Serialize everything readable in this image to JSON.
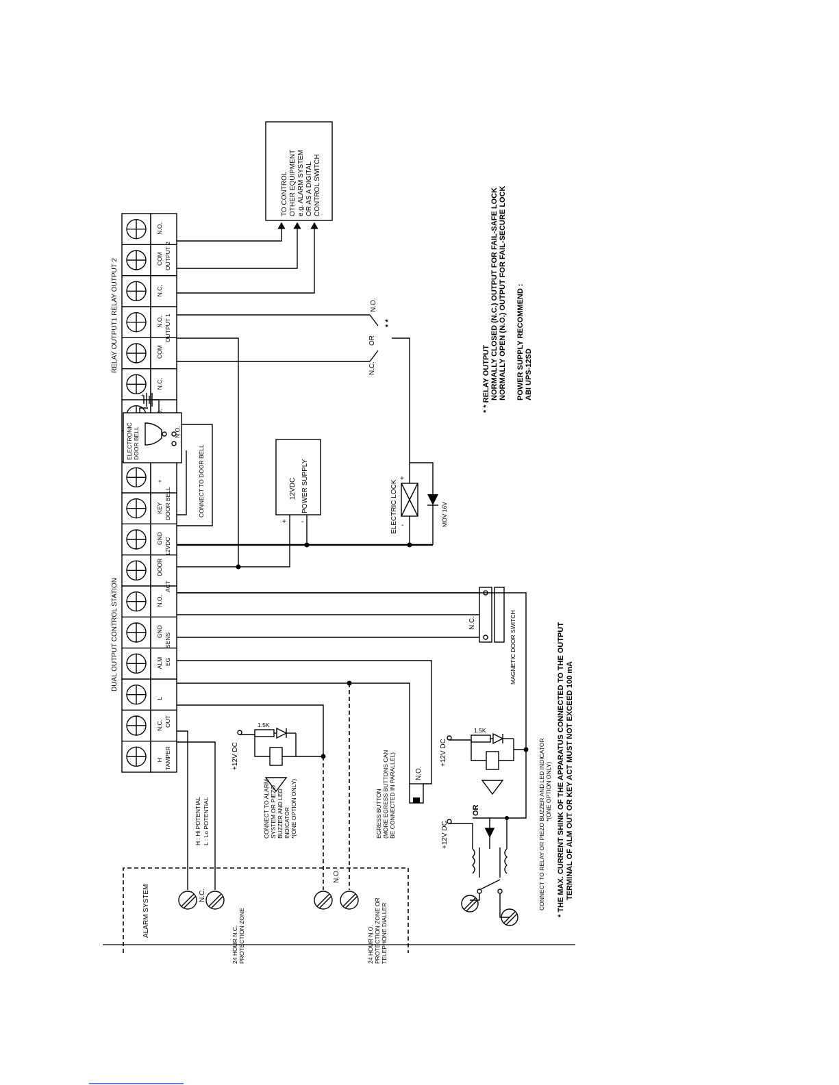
{
  "colors": {
    "ink": "#000000",
    "paper": "#ffffff",
    "footer_rule": "#3b4fd0"
  },
  "station": {
    "title": "DUAL OUTPUT CONTROL STATION",
    "terminal_names": [
      "H",
      "N.C.",
      "L",
      "ALM",
      "GND",
      "N.O.",
      "DOOR",
      "GND",
      "KEY",
      "+",
      "-",
      "N.O.",
      "N.C.",
      "COM",
      "N.O.",
      "N.C.",
      "COM",
      "N.O."
    ],
    "tamper": "TAMPER",
    "alm_out": "OUT",
    "egress": "EG",
    "door_sens": "SENS",
    "key_act": "ACT",
    "v12dc": "12VDC",
    "door_bell": "DOOR BELL"
  },
  "relay": {
    "relay_title": "RELAY OUTPUT1  RELAY OUTPUT 2",
    "output1": "OUTPUT 1",
    "output2": "OUTPUT 2"
  },
  "control_box": [
    "TO CONTROL",
    "OTHER EQUIPMENT",
    "e.g. ALARM SYSTEM",
    "OR AS A DIGITAL",
    "CONTROL SWITCH"
  ],
  "bell": {
    "title1": "ELECTRONIC",
    "title2": "DOOR BELL",
    "no": "N.O.",
    "connect": "CONNECT TO DOOR BELL",
    "plus": "+"
  },
  "psu": {
    "v": "12VDC",
    "name": "POWER SUPPLY",
    "plus": "+",
    "minus": "-"
  },
  "lock": {
    "name": "ELECTRIC LOCK",
    "plus": "+",
    "minus": "-",
    "mov": "MOV 16V"
  },
  "relay_switch": {
    "nc": "N.C.",
    "or": "OR",
    "no": "N.O.",
    "stars": "* *"
  },
  "relay_note": [
    "* * RELAY OUTPUT",
    "NORMALLY CLOSED (N.C.) OUTPUT FOR FAIL-SAFE LOCK",
    "NORMALLY OPEN (N.O.) OUTPUT FOR FAIL-SECURE LOCK"
  ],
  "psu_note": [
    "POWER SUPPLY RECOMMEND :",
    "ABI UPS-12SD"
  ],
  "door_switch": {
    "nc": "N.C.",
    "label": "MAGNETIC DOOR SWITCH"
  },
  "egress": {
    "no": "N.O.",
    "label": [
      "EGRESS BUTTON",
      "(MORE EGRESS BUTTONS CAN",
      "BE CONNECTED IN PARALLEL)"
    ]
  },
  "alm_indicator": {
    "v12": "+12V DC",
    "res": "1.5K",
    "label": [
      "CONNECT TO ALARM",
      "SYSTEM OR PIEZO",
      "BUZZER AND LED",
      "INDICATOR",
      "*(ONE OPTION ONLY)"
    ]
  },
  "key_indicator": {
    "v12a": "+12V DC",
    "res": "1.5K",
    "or": "OR",
    "v12b": "+12V DC",
    "label": [
      "CONNECT TO RELAY OR PIEZO BUZZER AND LED INDICATOR",
      "*(ONE OPTION ONLY)"
    ]
  },
  "alarm": {
    "title": "ALARM  SYSTEM",
    "nc": "N.C.",
    "no": "N.O.",
    "hi": "H : Hi POTENTIAL",
    "lo": "L : Lo POTENTIAL",
    "zone1": [
      "24 HOUR N.C.",
      "PROTECTION ZONE"
    ],
    "zone2": [
      "24 HOUR N.O.",
      "PROTECTION ZONE OR",
      "TELEPHONE DIALLER"
    ]
  },
  "max_note": [
    "* THE MAX. CURRENT SHINK OF THE APPARATUS CONNECTED TO THE OUTPUT",
    "TERMINAL OF ALM OUT OR KEY ACT MUST NOT EXCEED 100 mA"
  ]
}
